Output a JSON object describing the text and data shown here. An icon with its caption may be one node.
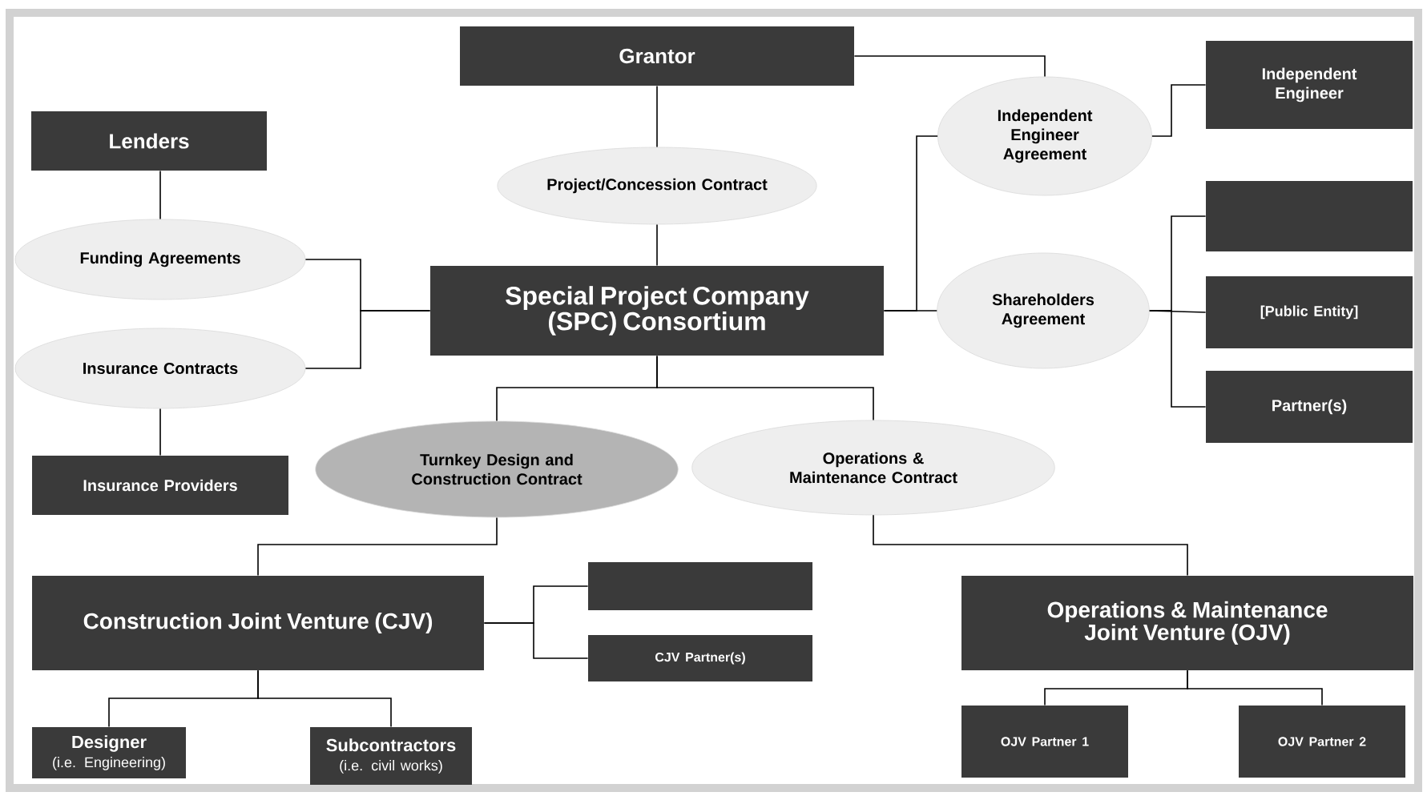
{
  "diagram": {
    "nodes": [
      {
        "text": [
          "Grantor"
        ]
      },
      {
        "text": [
          "Lenders"
        ]
      },
      {
        "text": [
          "Project/Concession Contract"
        ]
      },
      {
        "text": [
          "Independent Engineer Agreement"
        ]
      },
      {
        "text": [
          "Independent Engineer"
        ]
      },
      {
        "text": [
          "Funding Agreements"
        ]
      },
      {
        "text": [
          "Special Project Company (SPC) Consortium"
        ]
      },
      {
        "text": [
          "Shareholders Agreement"
        ]
      },
      {
        "text": [],
        "shape": "box"
      },
      {
        "text": [
          "[Public Entity]"
        ]
      },
      {
        "text": [
          "Insurance Contracts"
        ]
      },
      {
        "text": [
          "Partner(s)"
        ]
      },
      {
        "text": [
          "Insurance Providers"
        ]
      },
      {
        "text": [
          "Turnkey Design and Construction Contract"
        ]
      },
      {
        "text": [
          "Operations & Maintenance Contract"
        ]
      },
      {
        "text": [
          "Construction Joint Venture (CJV)"
        ]
      },
      {
        "text": [],
        "shape": "box"
      },
      {
        "text": [
          "CJV Partner(s)"
        ]
      },
      {
        "text": [
          "Operations & Maintenance Joint Venture (OJV)"
        ]
      },
      {
        "text": [
          "Designer",
          "(i.e. Engineering)"
        ]
      },
      {
        "text": [
          "Subcontractors",
          "(i.e. civil works)"
        ]
      },
      {
        "text": [
          "OJV Partner 1"
        ]
      },
      {
        "text": [
          "OJV Partner 2"
        ]
      }
    ],
    "edges": [
      {
        "from": 0,
        "to": 2,
        "arrow": "none"
      },
      {
        "from": 2,
        "to": 6,
        "arrow": "none"
      },
      {
        "from": 0,
        "to": 3,
        "arrow": "none"
      },
      {
        "from": 3,
        "to": 4,
        "arrow": "none"
      },
      {
        "from": 1,
        "to": 5,
        "arrow": "none"
      },
      {
        "from": 5,
        "to": 6,
        "arrow": "none"
      },
      {
        "from": 10,
        "to": 6,
        "arrow": "none"
      },
      {
        "from": 6,
        "to": 3,
        "arrow": "none"
      },
      {
        "from": 6,
        "to": 7,
        "arrow": "none"
      },
      {
        "from": 7,
        "to": 8,
        "arrow": "none"
      },
      {
        "from": 7,
        "to": 9,
        "arrow": "none"
      },
      {
        "from": 7,
        "to": 11,
        "arrow": "none"
      },
      {
        "from": 10,
        "to": 12,
        "arrow": "none"
      },
      {
        "from": 6,
        "to": 13,
        "arrow": "none"
      },
      {
        "from": 6,
        "to": 14,
        "arrow": "none"
      },
      {
        "from": 13,
        "to": 15,
        "arrow": "none"
      },
      {
        "from": 14,
        "to": 18,
        "arrow": "none"
      },
      {
        "from": 15,
        "to": 16,
        "arrow": "none"
      },
      {
        "from": 15,
        "to": 17,
        "arrow": "none"
      },
      {
        "from": 15,
        "to": 19,
        "arrow": "none"
      },
      {
        "from": 15,
        "to": 20,
        "arrow": "none"
      },
      {
        "from": 18,
        "to": 21,
        "arrow": "none"
      },
      {
        "from": 18,
        "to": 22,
        "arrow": "none"
      }
    ]
  }
}
